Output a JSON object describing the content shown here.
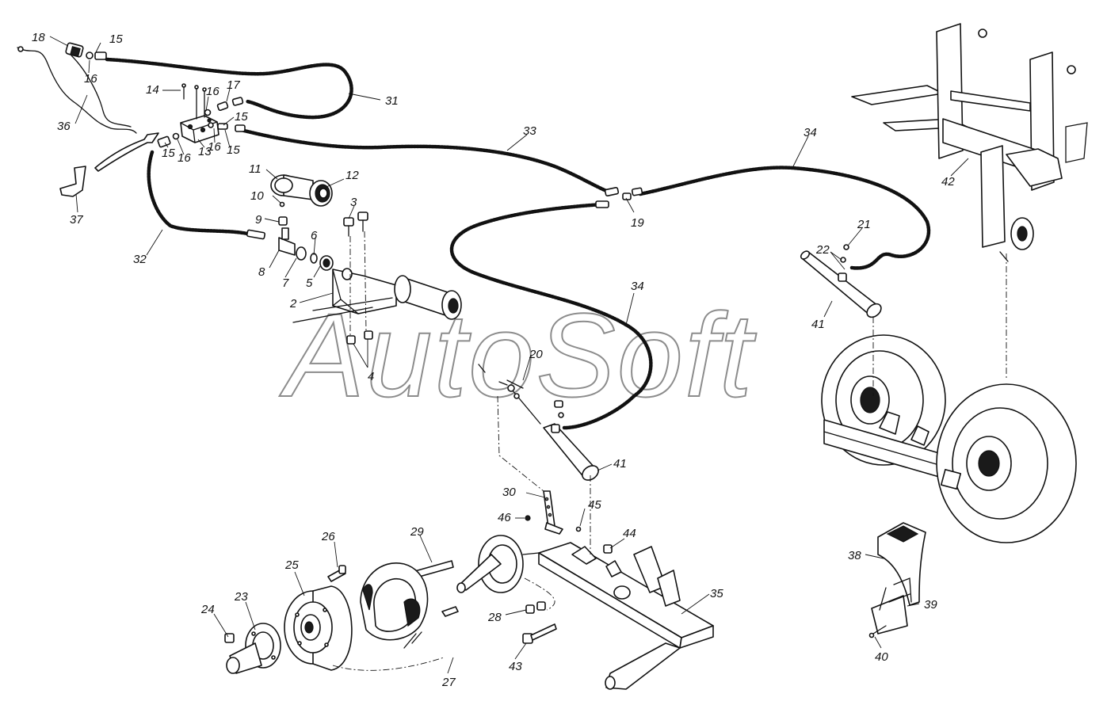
{
  "watermark": "AutoSoft",
  "labels": {
    "l2": "2",
    "l3": "3",
    "l4": "4",
    "l5": "5",
    "l6": "6",
    "l7": "7",
    "l8": "8",
    "l9": "9",
    "l10": "10",
    "l11": "11",
    "l12": "12",
    "l13": "13",
    "l14": "14",
    "l15a": "15",
    "l15b": "15",
    "l15c": "15",
    "l15d": "15",
    "l16a": "16",
    "l16b": "16",
    "l16c": "16",
    "l16d": "16",
    "l17": "17",
    "l18": "18",
    "l19": "19",
    "l20": "20",
    "l21": "21",
    "l22": "22",
    "l23": "23",
    "l24": "24",
    "l25": "25",
    "l26": "26",
    "l27": "27",
    "l28": "28",
    "l29": "29",
    "l30": "30",
    "l31": "31",
    "l32": "32",
    "l33": "33",
    "l34a": "34",
    "l34b": "34",
    "l35": "35",
    "l36": "36",
    "l37": "37",
    "l38": "38",
    "l39": "39",
    "l40": "40",
    "l41a": "41",
    "l41b": "41",
    "l42": "42",
    "l43": "43",
    "l44": "44",
    "l45": "45",
    "l46": "46"
  }
}
